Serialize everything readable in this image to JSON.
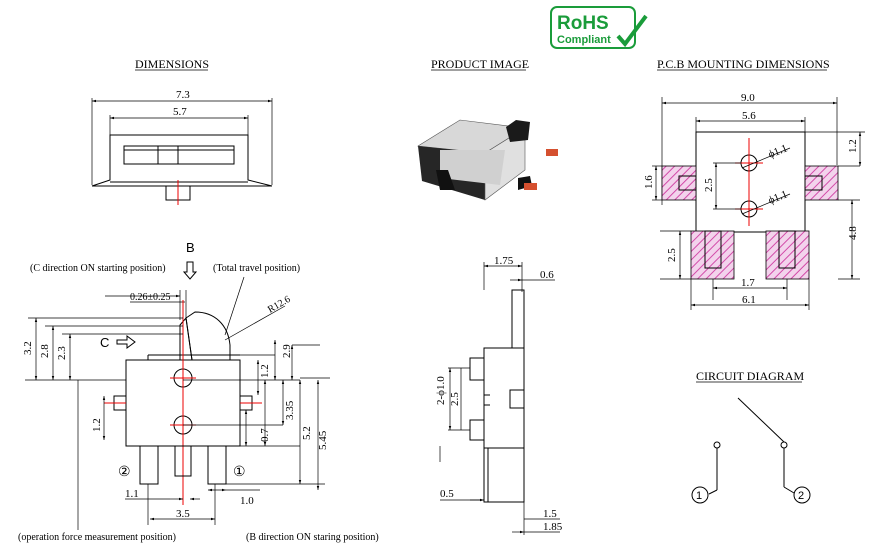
{
  "logo": {
    "line1": "RoHS",
    "line2": "Compliant",
    "color": "#1a9c3a"
  },
  "headings": {
    "dimensions": "DIMENSIONS",
    "product_image": "PRODUCT IMAGE",
    "pcb": "P.C.B MOUNTING DIMENSIONS",
    "circuit": "CIRCUIT DIAGRAM"
  },
  "top_view": {
    "w_total": "7.3",
    "w_inner": "5.7"
  },
  "front_view": {
    "dir_b": "B",
    "dir_c": "C",
    "c_on": "(C direction ON starting position)",
    "total_travel": "(Total travel position)",
    "tol": "0.26±0.25",
    "radius": "R12.6",
    "d32": "3.2",
    "d28": "2.8",
    "d23": "2.3",
    "d29": "2.9",
    "d12a": "1.2",
    "d335": "3.35",
    "d52": "5.2",
    "d545": "5.45",
    "d12b": "1.2",
    "d07": "0.7",
    "d11": "1.1",
    "d10": "1.0",
    "d35": "3.5",
    "pin2": "②",
    "pin1": "①",
    "op_force": "(operation force measurement position)",
    "b_on": "(B direction ON staring position)"
  },
  "side_view": {
    "d175": "1.75",
    "d06": "0.6",
    "d2phi": "2-ϕ1.0",
    "d25": "2.5",
    "d05": "0.5",
    "d15": "1.5",
    "d185": "1.85"
  },
  "pcb": {
    "d90": "9.0",
    "d56": "5.6",
    "d12": "1.2",
    "d16": "1.6",
    "d25a": "2.5",
    "phi1": "ϕ1.1",
    "phi2": "ϕ1.1",
    "d48": "4.8",
    "d25b": "2.5",
    "d17": "1.7",
    "d61": "6.1",
    "pad_color": "#d24aa8"
  },
  "circuit": {
    "pin1": "1",
    "pin2": "2"
  }
}
